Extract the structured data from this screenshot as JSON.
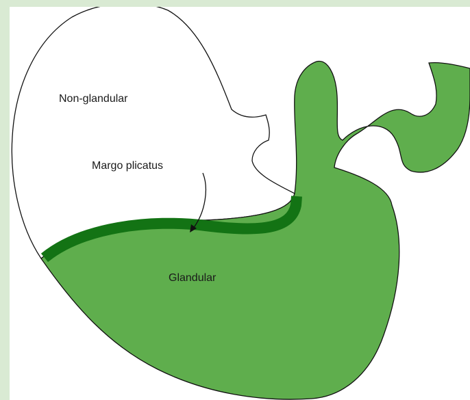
{
  "labels": {
    "non_glandular": "Non-glandular",
    "margo_plicatus": "Margo plicatus",
    "glandular": "Glandular"
  },
  "colors": {
    "glandular_fill": "#5fae4d",
    "margo_band": "#137314",
    "outline": "#111111",
    "background_frame": "#d9ead3",
    "canvas": "#ffffff"
  }
}
